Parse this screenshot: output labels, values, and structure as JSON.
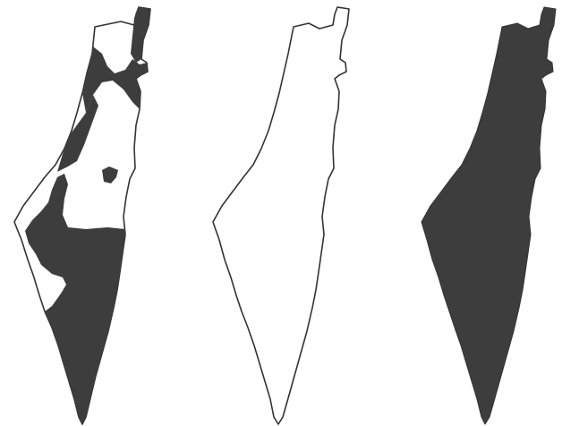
{
  "colors": {
    "background": "#ffffff",
    "fill_dark": "#3d3d3d",
    "outline": "#333333"
  },
  "maps": [
    {
      "id": "left",
      "style": "partial-fill"
    },
    {
      "id": "middle",
      "style": "outline-only"
    },
    {
      "id": "right",
      "style": "solid-fill"
    }
  ]
}
